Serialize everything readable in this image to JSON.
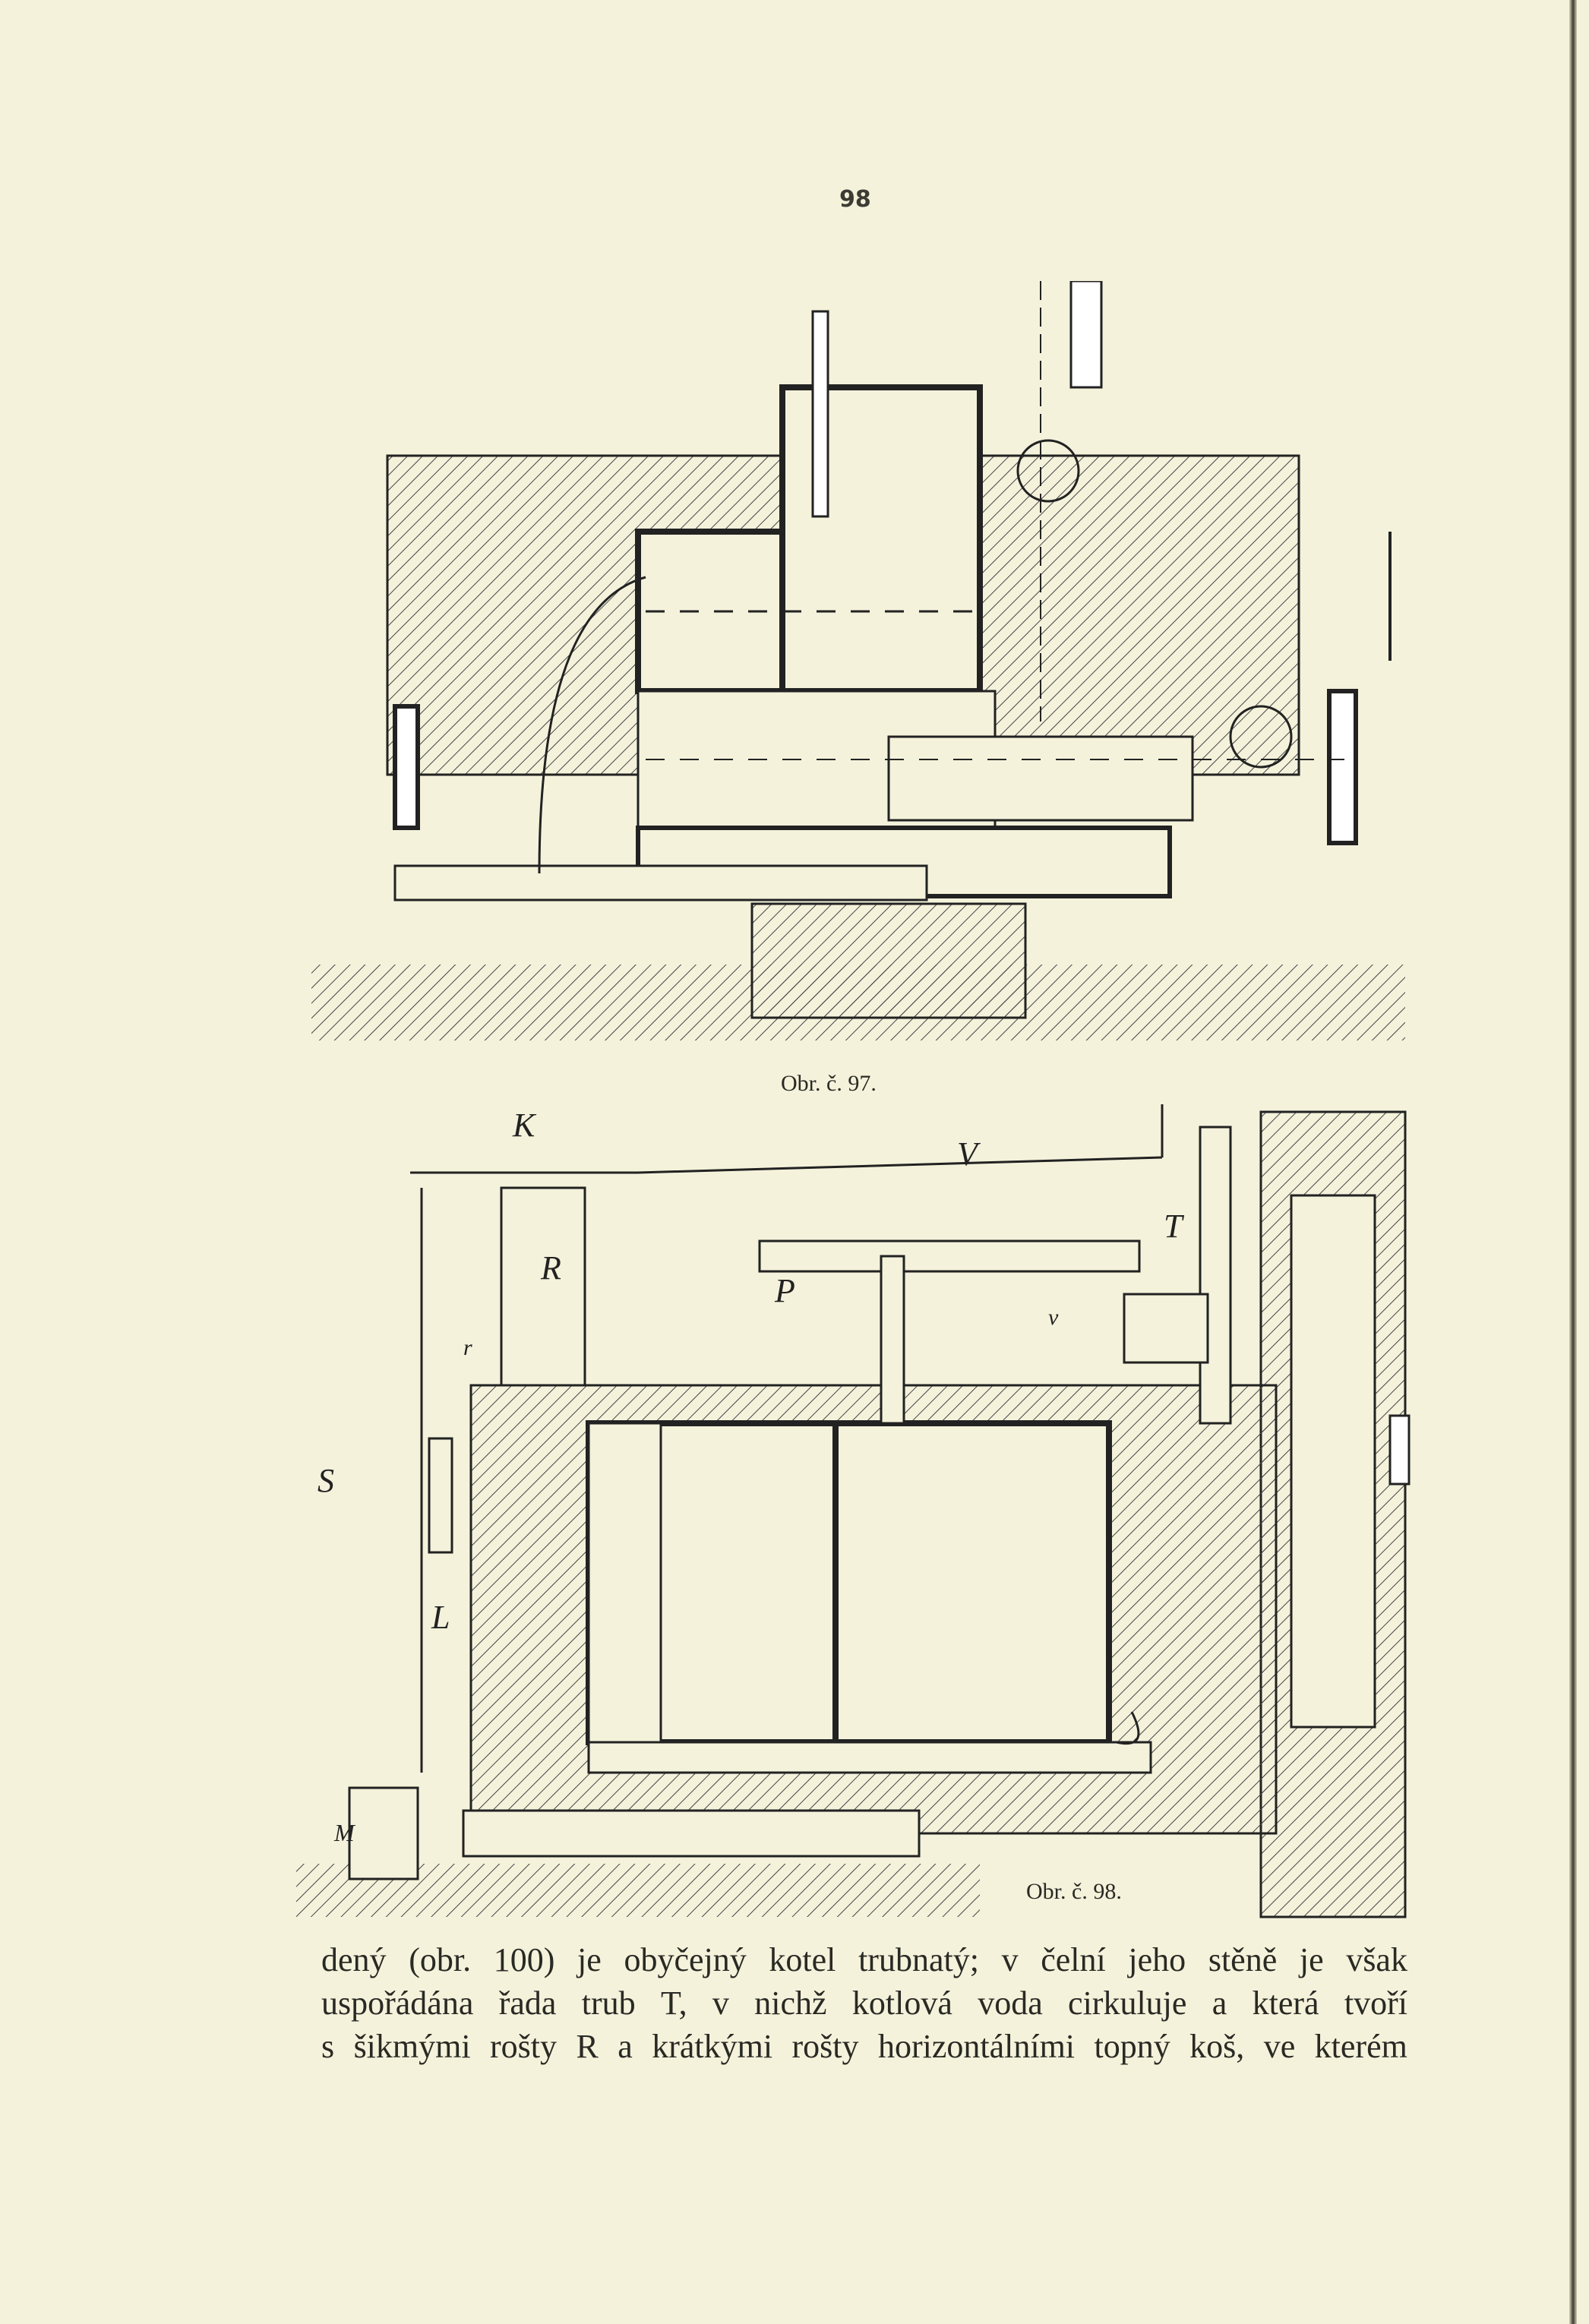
{
  "page_number": "98",
  "figures": [
    {
      "caption": "Obr. č. 97."
    },
    {
      "caption": "Obr. č. 98.",
      "labels": [
        "K",
        "V",
        "R",
        "P",
        "T",
        "r",
        "v",
        "S",
        "L",
        "M"
      ]
    }
  ],
  "text_lines": [
    "dený (obr. 100) je obyčejný kotel trubnatý; v čelní jeho stěně je však",
    "uspořádána řada trub T, v nichž kotlová voda cirkuluje a která tvoří",
    "s šikmými rošty R a krátkými rošty horizontálními topný koš, ve kterém"
  ]
}
